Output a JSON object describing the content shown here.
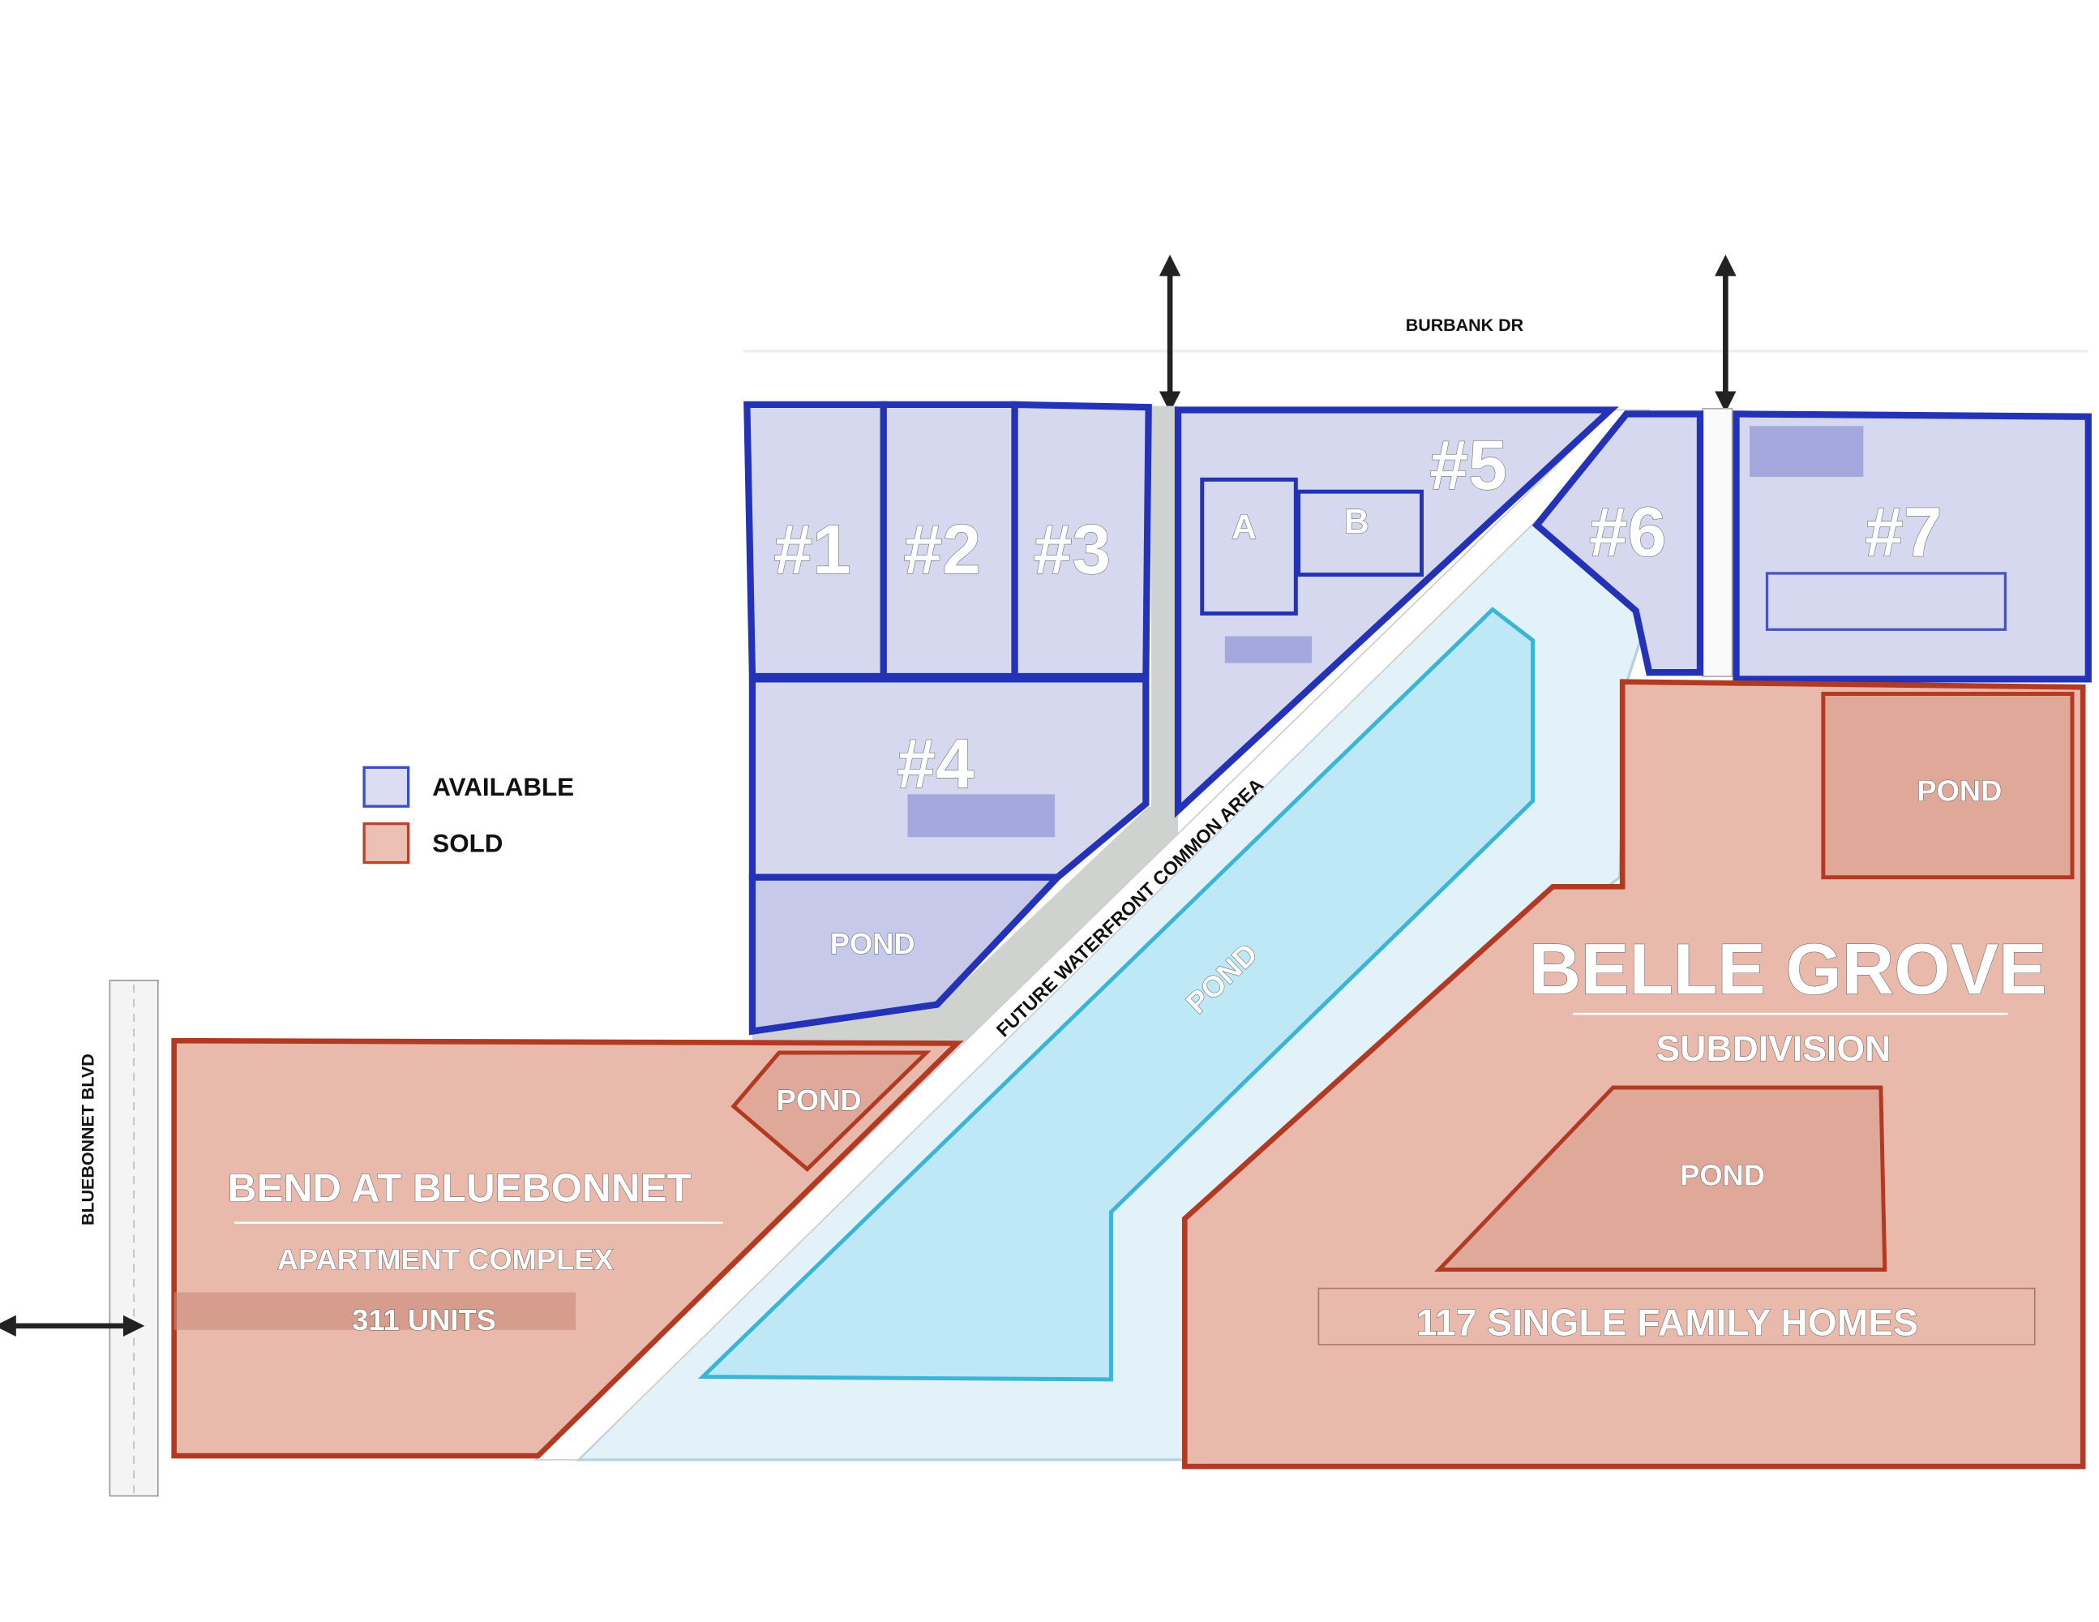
{
  "roads": {
    "top": "BURBANK DR",
    "left": "BLUEBONNET BLVD"
  },
  "legend": [
    {
      "label": "AVAILABLE",
      "color": "#dcdcf2",
      "border": "#3a4fc0"
    },
    {
      "label": "SOLD",
      "color": "#ecc0b4",
      "border": "#b8422c"
    }
  ],
  "lots": [
    {
      "label": "#1",
      "status": "available"
    },
    {
      "label": "#2",
      "status": "available"
    },
    {
      "label": "#3",
      "status": "available"
    },
    {
      "label": "#4",
      "status": "available"
    },
    {
      "label": "#5",
      "status": "available"
    },
    {
      "label": "#6",
      "status": "available"
    },
    {
      "label": "#7",
      "status": "available"
    }
  ],
  "sublots": {
    "a": "A",
    "b": "B"
  },
  "pond_label": "POND",
  "common_area": "FUTURE WATERFRONT COMMON AREA",
  "bend": {
    "title": "BEND  AT BLUEBONNET",
    "subtitle": "APARTMENT COMPLEX",
    "units": "311 UNITS"
  },
  "belle": {
    "title": "BELLE GROVE",
    "subtitle": "SUBDIVISION",
    "homes": "117 SINGLE FAMILY HOMES"
  },
  "colors": {
    "blue_border": "#2433b5",
    "blue_fill": "#d6d8f0",
    "red_border": "#b33a22",
    "red_fill": "#e9b9ab",
    "pond": "#bfe8f6"
  }
}
